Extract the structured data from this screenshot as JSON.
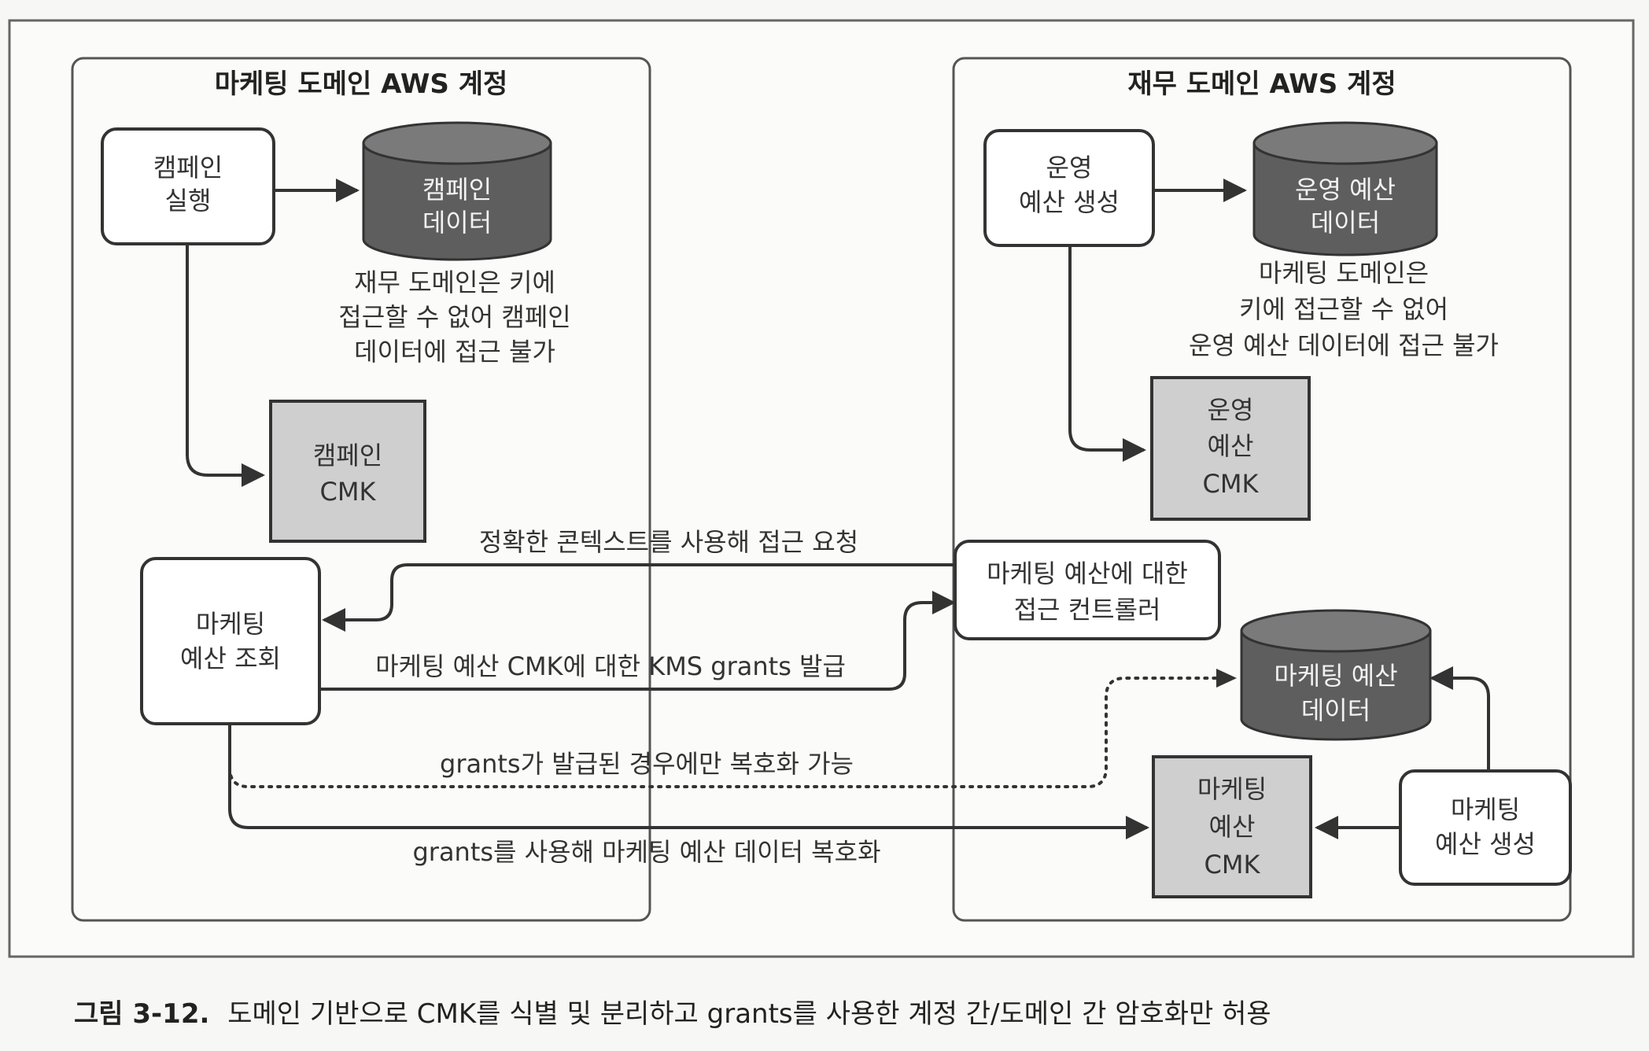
{
  "accounts": {
    "marketing_title": "마케팅 도메인 AWS 계정",
    "finance_title": "재무 도메인 AWS 계정"
  },
  "nodes": {
    "campaign_run": [
      "캠페인",
      "실행"
    ],
    "campaign_data": [
      "캠페인",
      "데이터"
    ],
    "campaign_cmk": [
      "캠페인",
      "CMK"
    ],
    "marketing_budget_query": [
      "마케팅",
      "예산 조회"
    ],
    "ops_budget_create": [
      "운영",
      "예산 생성"
    ],
    "ops_budget_data": [
      "운영 예산",
      "데이터"
    ],
    "ops_budget_cmk": [
      "운영",
      "예산",
      "CMK"
    ],
    "access_controller": [
      "마케팅 예산에 대한",
      "접근 컨트롤러"
    ],
    "marketing_budget_data": [
      "마케팅 예산",
      "데이터"
    ],
    "marketing_budget_cmk": [
      "마케팅",
      "예산",
      "CMK"
    ],
    "marketing_budget_create": [
      "마케팅",
      "예산 생성"
    ]
  },
  "notes": {
    "finance_no_access": [
      "재무 도메인은 키에",
      "접근할 수 없어 캠페인",
      "데이터에 접근 불가"
    ],
    "marketing_no_access": [
      "마케팅 도메인은",
      "키에 접근할 수 없어",
      "운영 예산 데이터에 접근 불가"
    ]
  },
  "edges": {
    "access_request": "정확한 콘텍스트를 사용해 접근 요청",
    "grant_issue": "마케팅 예산 CMK에 대한 KMS grants 발급",
    "decrypt_only_with_grants": "grants가 발급된 경우에만 복호화 가능",
    "decrypt_with_grants": "grants를 사용해 마케팅 예산 데이터 복호화"
  },
  "caption": {
    "label": "그림 3-12.",
    "text": "도메인 기반으로 CMK를 식별 및 분리하고 grants를 사용한 계정 간/도메인 간 암호화만 허용"
  },
  "colors": {
    "cylinder_fill": "#5e5e5e",
    "cmk_fill": "#cfcfcf",
    "line": "#333333"
  }
}
